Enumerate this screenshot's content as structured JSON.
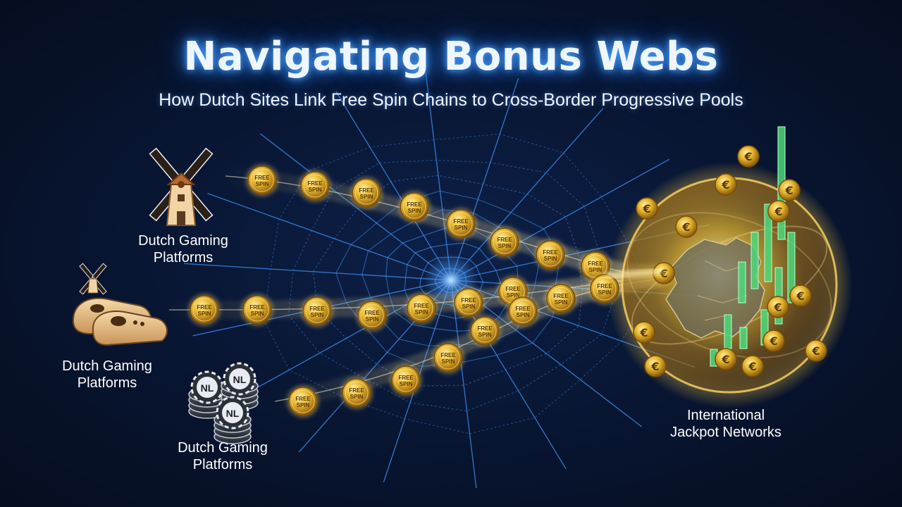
{
  "header": {
    "title": "Navigating Bonus Webs",
    "subtitle": "How Dutch Sites Link Free Spin Chains to Cross-Border Progressive Pools"
  },
  "sources": [
    {
      "icon": "windmill-icon",
      "line1": "Dutch Gaming",
      "line2": "Platforms"
    },
    {
      "icon": "clogs-windmill-icon",
      "line1": "Dutch Gaming",
      "line2": "Platforms"
    },
    {
      "icon": "nl-chips-icon",
      "line1": "Dutch Gaming",
      "line2": "Platforms"
    }
  ],
  "destination": {
    "icon": "jackpot-globe-icon",
    "line1": "International",
    "line2": "Jackpot Networks"
  },
  "token": {
    "line1": "FREE",
    "line2": "SPIN"
  },
  "chip_text": "NL",
  "coin_symbol": "€",
  "colors": {
    "background": "#081530",
    "web": "#3d8ff0",
    "title_glow": "#4fa3ff",
    "gold": "#e8b830",
    "growth": "#4cd87a"
  }
}
